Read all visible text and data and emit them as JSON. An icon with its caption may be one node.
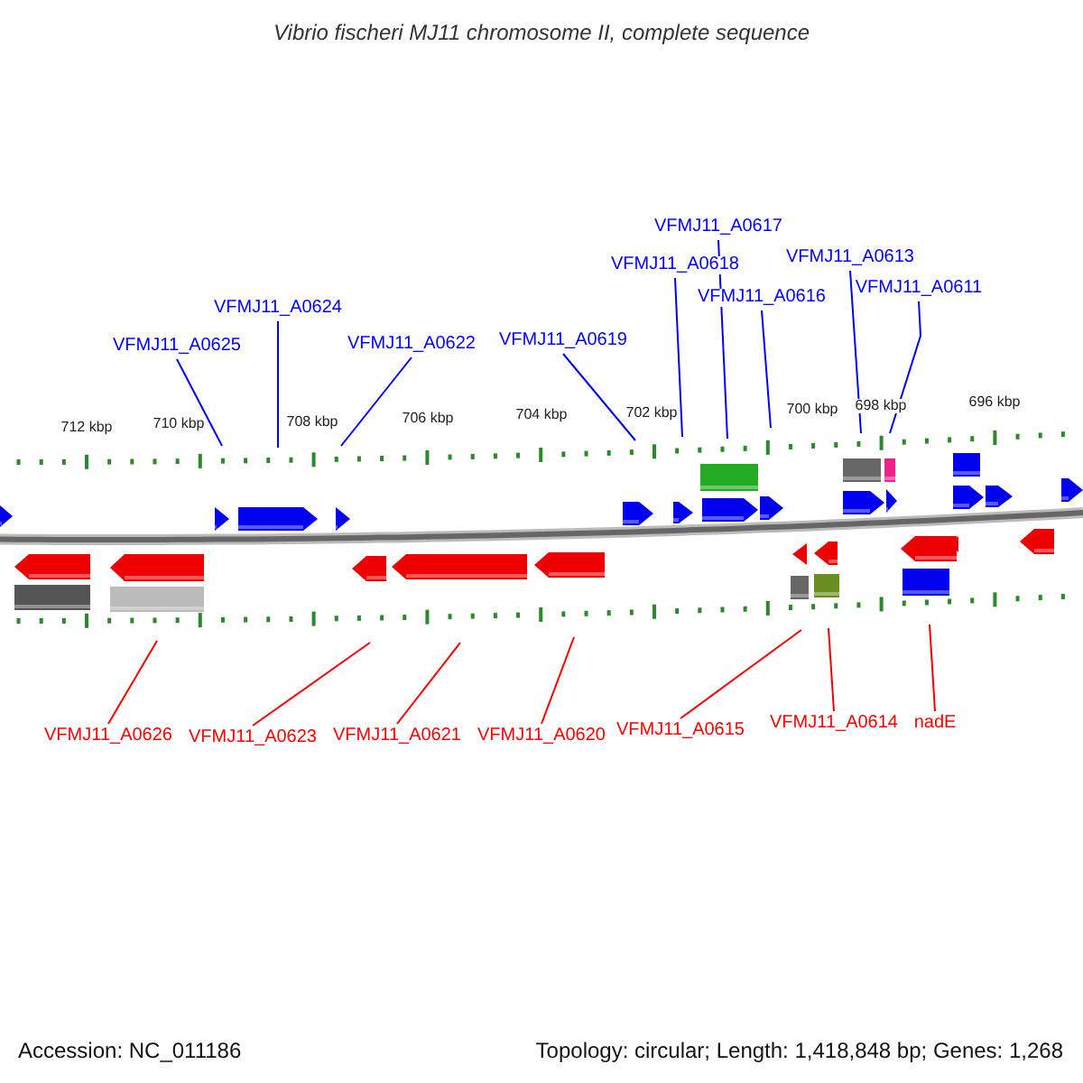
{
  "diagram": {
    "title": "Vibrio fischeri MJ11 chromosome II, complete sequence",
    "nodes": [
      {
        "text": [
          "VFMJ11_A0617"
        ]
      },
      {
        "text": [
          "VFMJ11_A0618"
        ]
      },
      {
        "text": [
          "VFMJ11_A0613"
        ]
      },
      {
        "text": [
          "VFMJ11_A0616"
        ]
      },
      {
        "text": [
          "VFMJ11_A0611"
        ]
      },
      {
        "text": [
          "VFMJ11_A0624"
        ]
      },
      {
        "text": [
          "VFMJ11_A0625"
        ]
      },
      {
        "text": [
          "VFMJ11_A0622"
        ]
      },
      {
        "text": [
          "VFMJ11_A0619"
        ]
      },
      {
        "text": [
          "VFMJ11_A0626"
        ]
      },
      {
        "text": [
          "VFMJ11_A0623"
        ]
      },
      {
        "text": [
          "VFMJ11_A0621"
        ]
      },
      {
        "text": [
          "VFMJ11_A0620"
        ]
      },
      {
        "text": [
          "VFMJ11_A0615"
        ]
      },
      {
        "text": [
          "VFMJ11_A0614"
        ]
      },
      {
        "text": [
          "nadE"
        ]
      }
    ],
    "edges": [
      {
        "from": 0,
        "to": null,
        "arrow": "none"
      },
      {
        "from": 1,
        "to": null,
        "arrow": "none"
      },
      {
        "from": 2,
        "to": null,
        "arrow": "none"
      },
      {
        "from": 3,
        "to": null,
        "arrow": "none"
      },
      {
        "from": 4,
        "to": null,
        "arrow": "none"
      },
      {
        "from": 5,
        "to": null,
        "arrow": "none"
      },
      {
        "from": 6,
        "to": null,
        "arrow": "none"
      },
      {
        "from": 7,
        "to": null,
        "arrow": "none"
      },
      {
        "from": 8,
        "to": null,
        "arrow": "none"
      },
      {
        "from": 9,
        "to": null,
        "arrow": "none",
        "color": "#ff0000"
      },
      {
        "from": 10,
        "to": null,
        "arrow": "none",
        "color": "#ff0000"
      },
      {
        "from": 11,
        "to": null,
        "arrow": "none",
        "color": "#ff0000"
      },
      {
        "from": 12,
        "to": null,
        "arrow": "none",
        "color": "#ff0000"
      },
      {
        "from": 13,
        "to": null,
        "arrow": "none",
        "color": "#ff0000"
      },
      {
        "from": 14,
        "to": null,
        "arrow": "none",
        "color": "#ff0000"
      },
      {
        "from": 15,
        "to": null,
        "arrow": "none",
        "color": "#ff0000"
      }
    ],
    "labels": [
      "712 kbp",
      "710 kbp",
      "708 kbp",
      "706 kbp",
      "704 kbp",
      "702 kbp",
      "700 kbp",
      "698 kbp",
      "696 kbp",
      "Accession: NC_011186",
      "Topology: circular; Length: 1,418,848 bp; Genes: 1,268"
    ]
  }
}
